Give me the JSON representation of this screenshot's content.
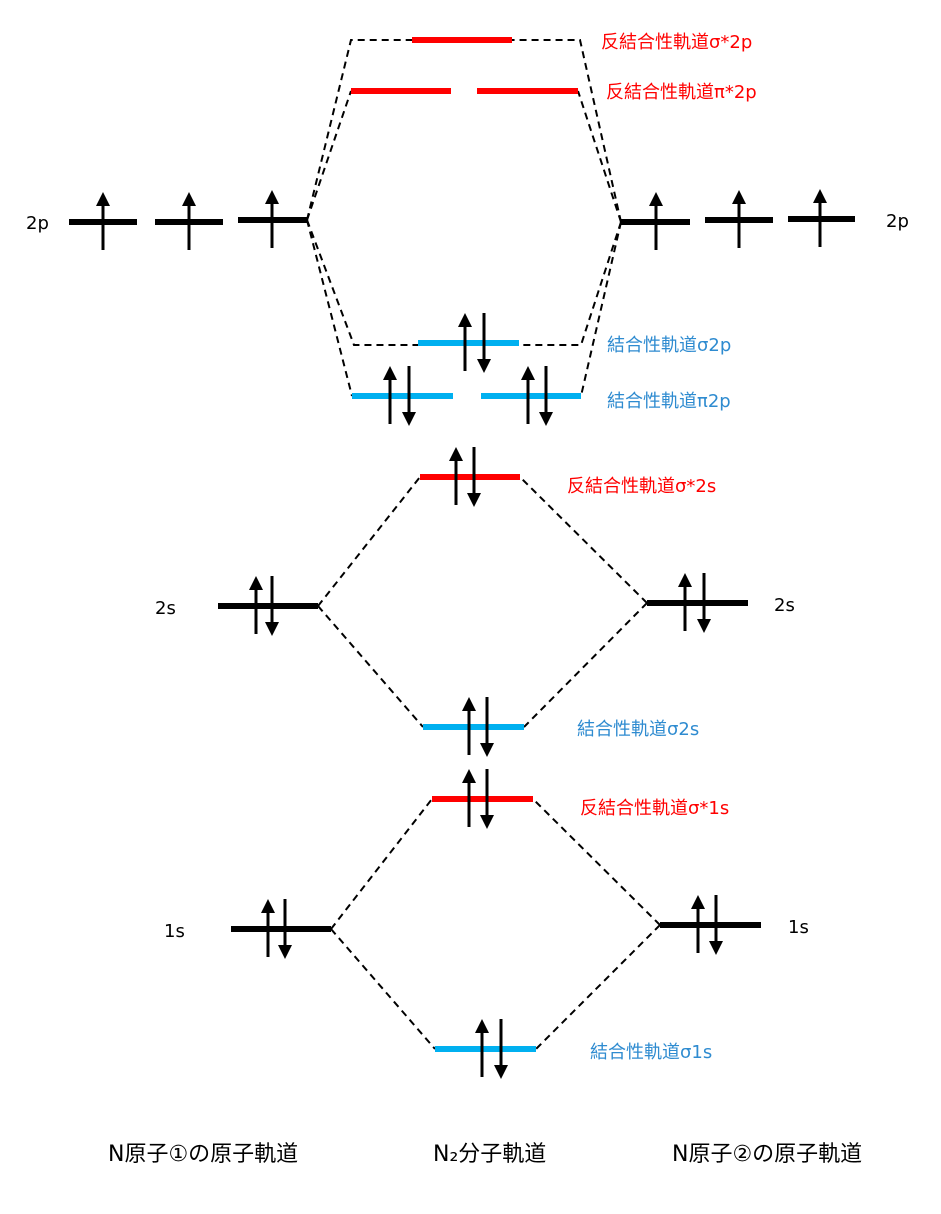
{
  "title": "N2 molecular orbital energy diagram",
  "colors": {
    "atomic_level": "#000000",
    "bonding": "#00B0F0",
    "antibonding": "#FF0000",
    "bonding_text": "#2E8BD0",
    "antibonding_text": "#FF0000",
    "connector": "#000000",
    "electron": "#000000"
  },
  "columns": {
    "left": "N原子①の原子軌道",
    "center": "N₂分子軌道",
    "right": "N原子②の原子軌道"
  },
  "atomic_orbitals": {
    "left": [
      {
        "id": "L2p",
        "label": "2p",
        "count": 3,
        "electrons": [
          "up"
        ]
      },
      {
        "id": "L2s",
        "label": "2s",
        "count": 1,
        "electrons": [
          "up",
          "down"
        ]
      },
      {
        "id": "L1s",
        "label": "1s",
        "count": 1,
        "electrons": [
          "up",
          "down"
        ]
      }
    ],
    "right": [
      {
        "id": "R2p",
        "label": "2p",
        "count": 3,
        "electrons": [
          "up"
        ]
      },
      {
        "id": "R2s",
        "label": "2s",
        "count": 1,
        "electrons": [
          "up",
          "down"
        ]
      },
      {
        "id": "R1s",
        "label": "1s",
        "count": 1,
        "electrons": [
          "up",
          "down"
        ]
      }
    ]
  },
  "molecular_orbitals": [
    {
      "id": "sigma_star_2p",
      "label": "反結合性軌道σ*2p",
      "type": "antibonding",
      "count": 1,
      "electrons": []
    },
    {
      "id": "pi_star_2p",
      "label": "反結合性軌道π*2p",
      "type": "antibonding",
      "count": 2,
      "electrons": []
    },
    {
      "id": "sigma_2p",
      "label": "結合性軌道σ2p",
      "type": "bonding",
      "count": 1,
      "electrons": [
        "up",
        "down"
      ]
    },
    {
      "id": "pi_2p",
      "label": "結合性軌道π2p",
      "type": "bonding",
      "count": 2,
      "electrons": [
        "up",
        "down"
      ]
    },
    {
      "id": "sigma_star_2s",
      "label": "反結合性軌道σ*2s",
      "type": "antibonding",
      "count": 1,
      "electrons": [
        "up",
        "down"
      ]
    },
    {
      "id": "sigma_2s",
      "label": "結合性軌道σ2s",
      "type": "bonding",
      "count": 1,
      "electrons": [
        "up",
        "down"
      ]
    },
    {
      "id": "sigma_star_1s",
      "label": "反結合性軌道σ*1s",
      "type": "antibonding",
      "count": 1,
      "electrons": [
        "up",
        "down"
      ]
    },
    {
      "id": "sigma_1s",
      "label": "結合性軌道σ1s",
      "type": "bonding",
      "count": 1,
      "electrons": [
        "up",
        "down"
      ]
    }
  ]
}
